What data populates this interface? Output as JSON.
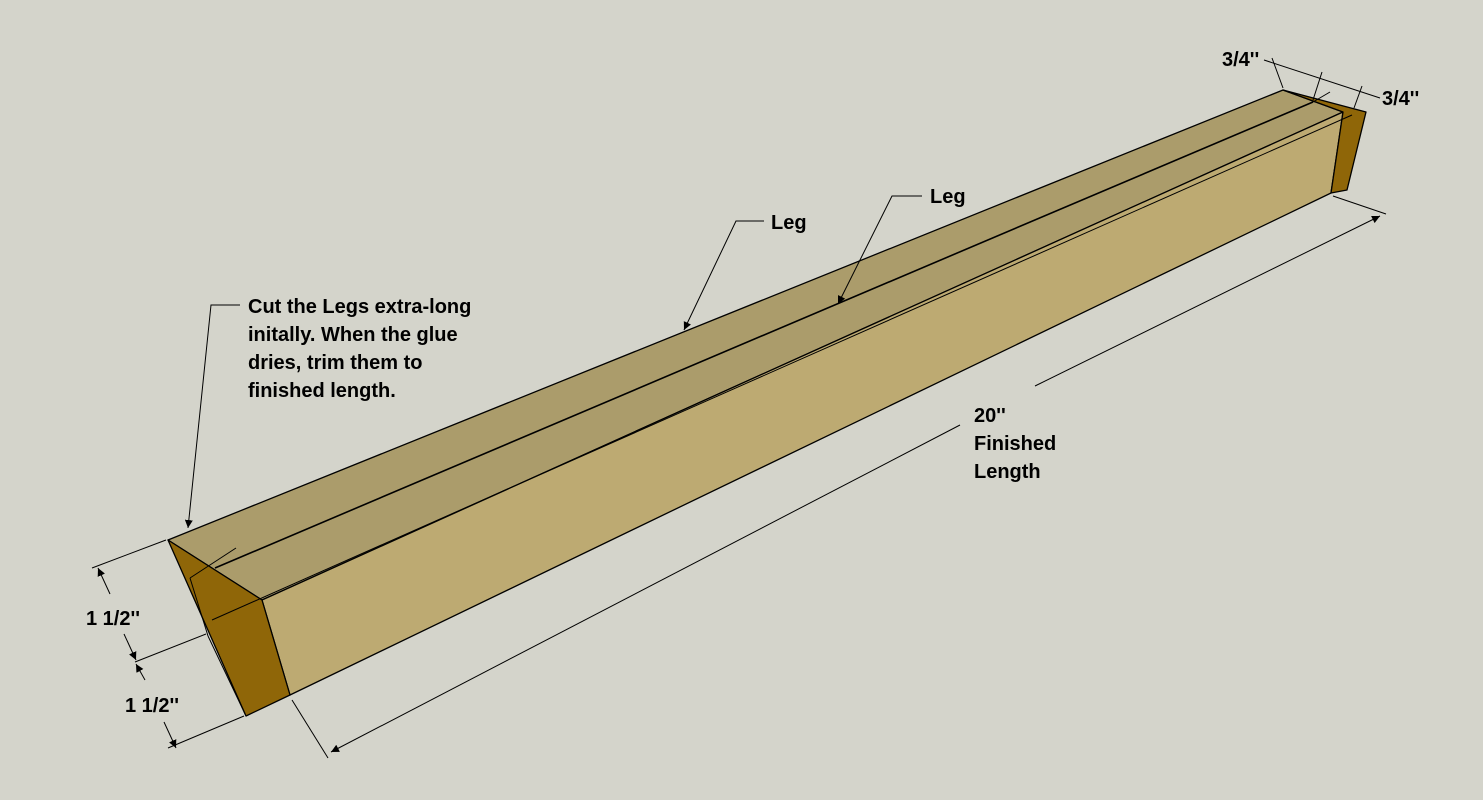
{
  "colors": {
    "background": "#d4d4cb",
    "top_face": "#ab9c6b",
    "side_face": "#bdaa72",
    "end_grain": "#8f6608",
    "outline": "#000000"
  },
  "labels": {
    "leg_1": "Leg",
    "leg_2": "Leg",
    "note_lines": [
      "Cut the Legs extra-long",
      "initally. When the glue",
      "dries, trim them to",
      "finished length."
    ],
    "length_lines": [
      "20''",
      "Finished",
      "Length"
    ],
    "end_width_1": "3/4''",
    "end_width_2": "3/4''",
    "height_upper": "1 1/2''",
    "height_lower": "1 1/2''"
  }
}
